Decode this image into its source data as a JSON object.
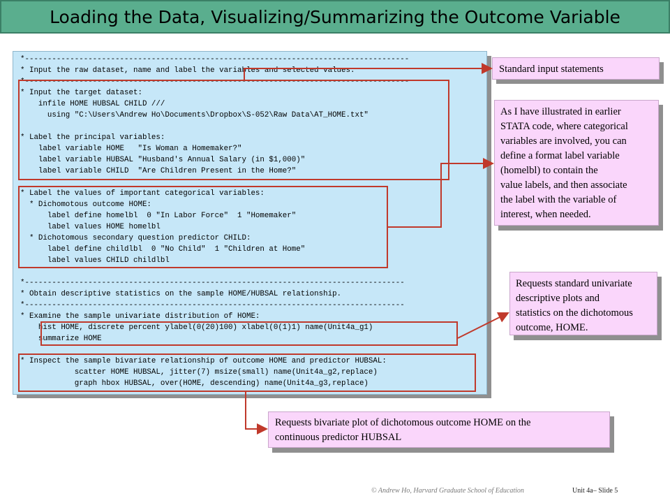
{
  "title": "Loading the Data, Visualizing/Summarizing the Outcome Variable",
  "code_lines": [
    "*-------------------------------------------------------------------------------------",
    "* Input the raw dataset, name and label the variables and selected values.",
    "*-------------------------------------------------------------------------------------",
    "* Input the target dataset:",
    "    infile HOME HUBSAL CHILD ///",
    "      using \"C:\\Users\\Andrew Ho\\Documents\\Dropbox\\S-052\\Raw Data\\AT_HOME.txt\"",
    "",
    "* Label the principal variables:",
    "    label variable HOME   \"Is Woman a Homemaker?\"",
    "    label variable HUBSAL \"Husband's Annual Salary (in $1,000)\"",
    "    label variable CHILD  \"Are Children Present in the Home?\"",
    "",
    "* Label the values of important categorical variables:",
    "  * Dichomotous outcome HOME:",
    "      label define homelbl  0 \"In Labor Force\"  1 \"Homemaker\"",
    "      label values HOME homelbl",
    "  * Dichotomous secondary question predictor CHILD:",
    "      label define childlbl  0 \"No Child\"  1 \"Children at Home\"",
    "      label values CHILD childlbl",
    "",
    "*------------------------------------------------------------------------------------",
    "* Obtain descriptive statistics on the sample HOME/HUBSAL relationship.",
    "*------------------------------------------------------------------------------------",
    "* Examine the sample univariate distribution of HOME:",
    "    hist HOME, discrete percent ylabel(0(20)100) xlabel(0(1)1) name(Unit4a_g1)",
    "    summarize HOME",
    "",
    "* Inspect the sample bivariate relationship of outcome HOME and predictor HUBSAL:",
    "            scatter HOME HUBSAL, jitter(7) msize(small) name(Unit4a_g2,replace)",
    "            graph hbox HUBSAL, over(HOME, descending) name(Unit4a_g3,replace)"
  ],
  "notes": {
    "input": [
      "Standard input statements"
    ],
    "format": [
      "As I have illustrated in earlier",
      "STATA code, where categorical",
      "variables are involved, you can",
      "define a format label variable",
      "(homelbl) to contain the",
      "value labels, and then associate",
      "the label with the variable of",
      "interest, when needed."
    ],
    "univariate": [
      "Requests standard univariate",
      "descriptive plots and",
      "statistics on the dichotomous",
      "outcome, HOME."
    ],
    "bivariate": [
      "Requests bivariate plot of dichotomous outcome HOME on the",
      "continuous predictor HUBSAL"
    ]
  },
  "footer": {
    "credit": "© Andrew Ho, Harvard Graduate School of Education",
    "slide": "Unit 4a– Slide 5"
  },
  "colors": {
    "title_bar": "#5aae8e",
    "code_panel": "#c6e7f8",
    "note_box": "#fad6fb",
    "highlight": "#c0392b"
  }
}
